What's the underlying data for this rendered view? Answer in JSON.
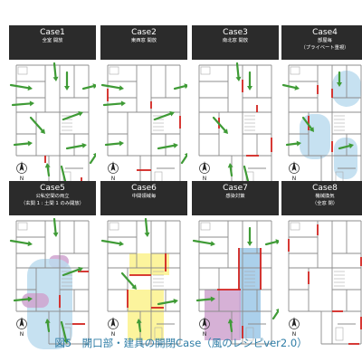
{
  "cases": [
    {
      "title": "Case1",
      "subtitle": [
        "全室 開放"
      ],
      "variant": "open_all"
    },
    {
      "title": "Case2",
      "subtitle": [
        "東西窓 開放"
      ],
      "variant": "east_west"
    },
    {
      "title": "Case3",
      "subtitle": [
        "南北窓 開放"
      ],
      "variant": "north_south"
    },
    {
      "title": "Case4",
      "subtitle": [
        "部屋毎",
        "（プライベート重視）"
      ],
      "variant": "per_room"
    },
    {
      "title": "Case5",
      "subtitle": [
        "公私空間の両立",
        "（玄関 1 : 土間 1 のみ開放）"
      ],
      "variant": "public_private"
    },
    {
      "title": "Case6",
      "subtitle": [
        "中間領域毎"
      ],
      "variant": "intermediate"
    },
    {
      "title": "Case7",
      "subtitle": [
        "感染対策"
      ],
      "variant": "infection"
    },
    {
      "title": "Case8",
      "subtitle": [
        "機械換気",
        "（全窓 閉）"
      ],
      "variant": "mechanical"
    }
  ],
  "compass_label": "N",
  "caption": "図5　開口部・建具の開閉Case（風のレシピver2.0）",
  "colors": {
    "header_bg": "#2b2b2b",
    "arrow": "#3f9b36",
    "closed_fitting": "#d2231f",
    "zone_blue": "#bcdcef",
    "zone_yellow": "#fbf28c",
    "zone_purple": "#cfa3cf",
    "zone_blue_strong": "#9cc8e8",
    "caption": "#2f7da6"
  }
}
